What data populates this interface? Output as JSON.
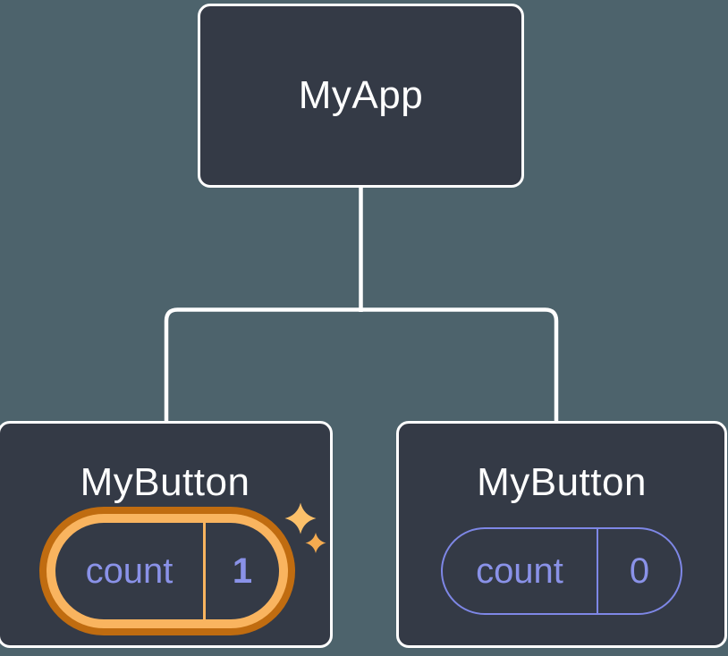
{
  "colors": {
    "background": "#4d636c",
    "node": "#343a46",
    "border": "#ffffff",
    "text_primary": "#ffffff",
    "state_text": "#8a92e8",
    "state_border": "#7e87e6",
    "highlight_outer": "#c06c10",
    "highlight_inner": "#f9b45f",
    "sparkle": "#fbc06a",
    "sparkle_small": "#f5ab50"
  },
  "tree": {
    "root": {
      "label": "MyApp"
    },
    "children": [
      {
        "label": "MyButton",
        "state": {
          "name": "count",
          "value": "1"
        },
        "highlighted": true
      },
      {
        "label": "MyButton",
        "state": {
          "name": "count",
          "value": "0"
        },
        "highlighted": false
      }
    ]
  }
}
